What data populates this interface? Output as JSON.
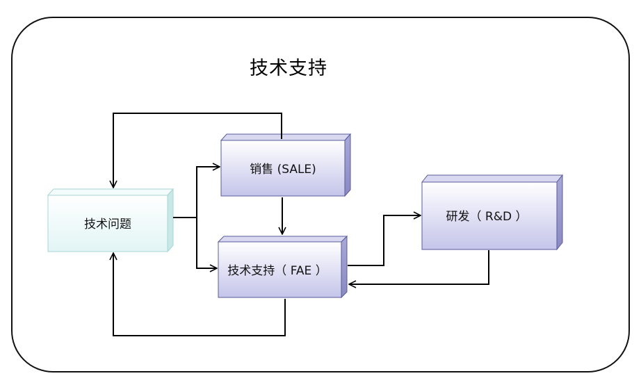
{
  "title": "技术支持",
  "nodes": {
    "issue": "技术问题",
    "sales": "销售 (SALE)",
    "fae": "技术支持（ FAE ）",
    "rd": "研发（ R&D ）"
  },
  "colors": {
    "frame_border": "#111111",
    "box_purple_top": "#ffffff",
    "box_purple_bottom": "#c6c6ea",
    "box_purple_border": "#5a5a9a",
    "box_teal_top": "#ffffff",
    "box_teal_bottom": "#e4f6f6",
    "box_teal_border": "#9cd0d0",
    "arrow": "#000000"
  }
}
